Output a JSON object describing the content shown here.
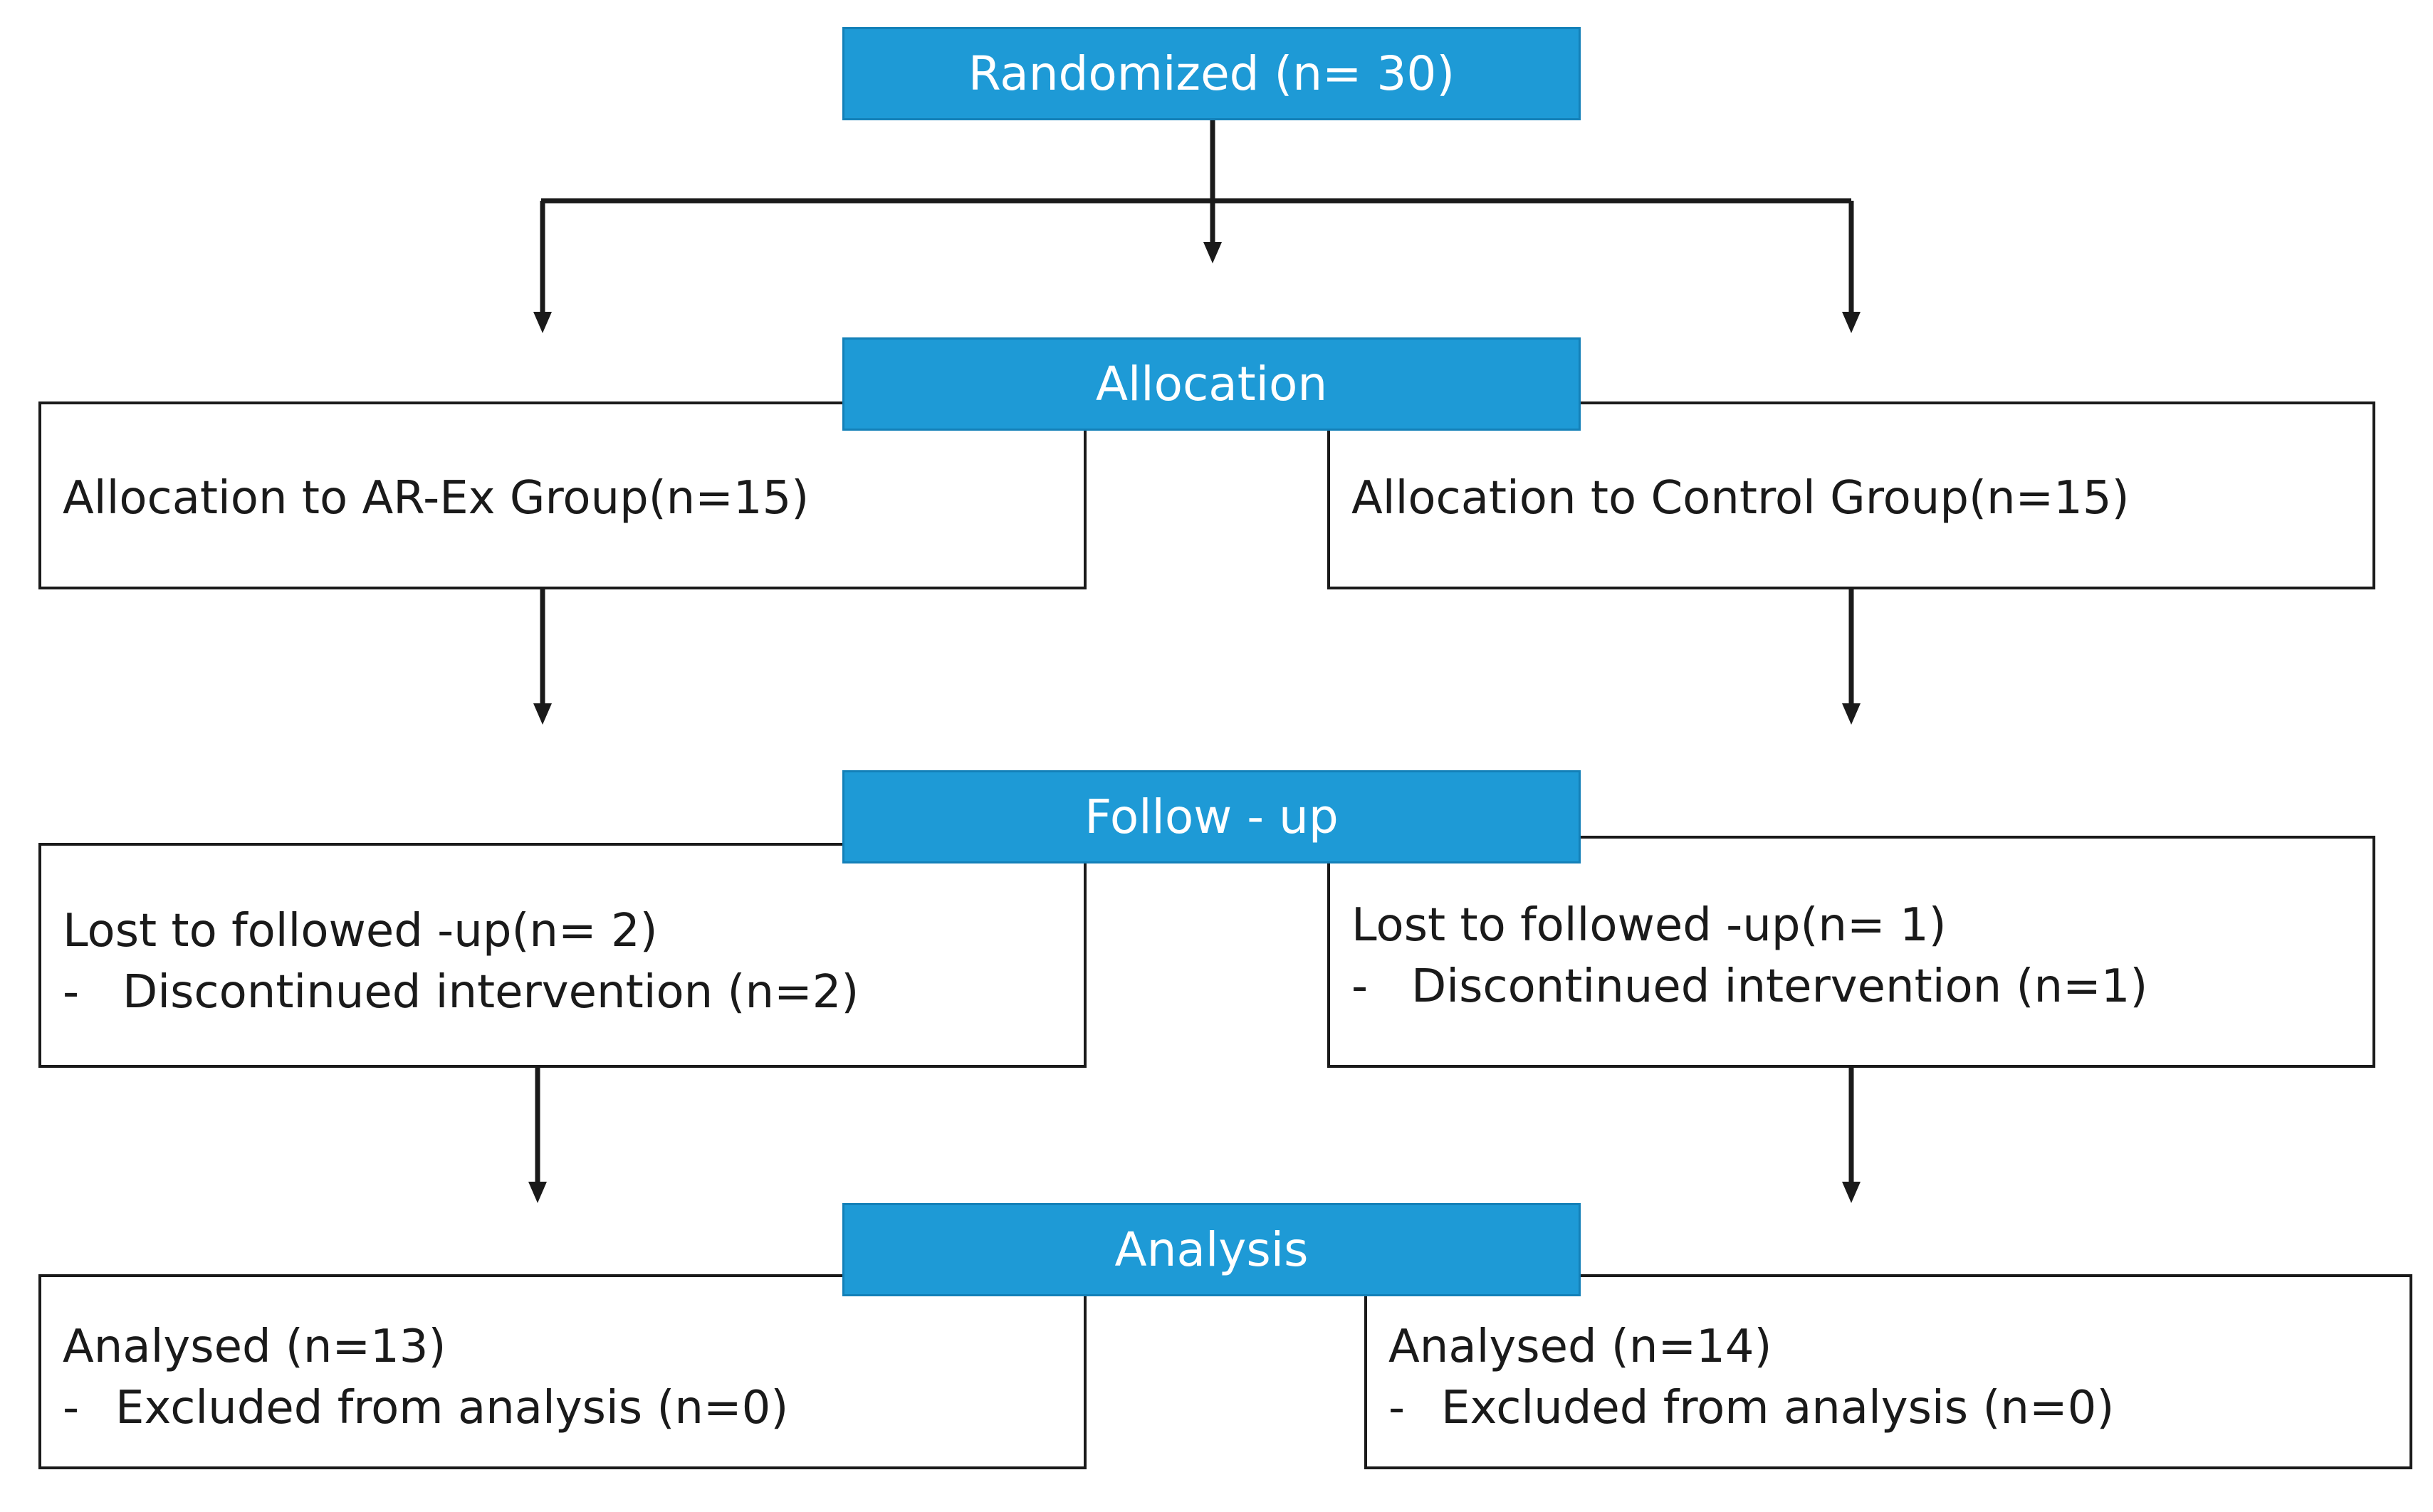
{
  "randomized": {
    "label": "Randomized (n= 30)"
  },
  "stages": {
    "allocation": {
      "header": "Allocation",
      "left": {
        "title": "Allocation to AR-Ex Group(n=15)"
      },
      "right": {
        "title": "Allocation to Control Group(n=15)"
      }
    },
    "followup": {
      "header": "Follow - up",
      "left": {
        "title": "Lost to followed -up(n= 2)",
        "detail_marker": "-",
        "detail": "Discontinued intervention (n=2)"
      },
      "right": {
        "title": "Lost to followed -up(n= 1)",
        "detail_marker": "-",
        "detail": "Discontinued intervention (n=1)"
      }
    },
    "analysis": {
      "header": "Analysis",
      "left": {
        "title": "Analysed (n=13)",
        "detail_marker": "-",
        "detail": "Excluded from analysis (n=0)"
      },
      "right": {
        "title": "Analysed (n=14)",
        "detail_marker": "-",
        "detail": "Excluded from analysis (n=0)"
      }
    }
  },
  "colors": {
    "header_fill": "#1e9ad6",
    "header_text": "#ffffff",
    "line": "#1a1a1a"
  }
}
